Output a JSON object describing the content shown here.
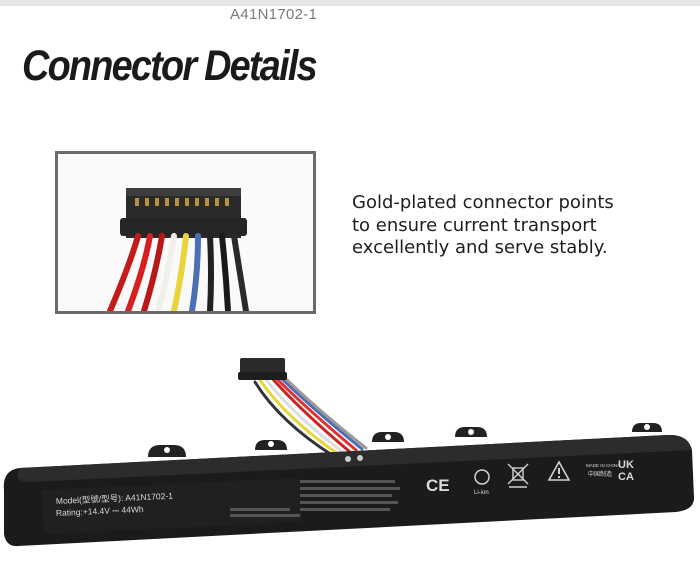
{
  "model_code": "A41N1702-1",
  "title": "Connector Details",
  "description": {
    "lines": [
      "Gold-plated connector points",
      "to ensure current transport",
      "excellently and serve stably."
    ]
  },
  "battery": {
    "model_line": "Model(型號/型号): A41N1702-1",
    "rating_line": "Rating:+14.4V ⎓ 44Wh",
    "li_ion": "Li-ion",
    "made_in": "MADE IN CHINA",
    "made_in_cn": "中国制造",
    "ukca": [
      "UK",
      "CA"
    ],
    "marks": [
      "ce-mark-icon",
      "recycle-icon",
      "crossed-bin-icon",
      "warning-icon"
    ]
  },
  "colors": {
    "wires": [
      "#c21b1b",
      "#d42020",
      "#b81818",
      "#f0f0ea",
      "#e8d53a",
      "#4a6fb5",
      "#222222",
      "#1a1a1a",
      "#2a2a2a"
    ],
    "battery_body": "#1b1b1b"
  }
}
